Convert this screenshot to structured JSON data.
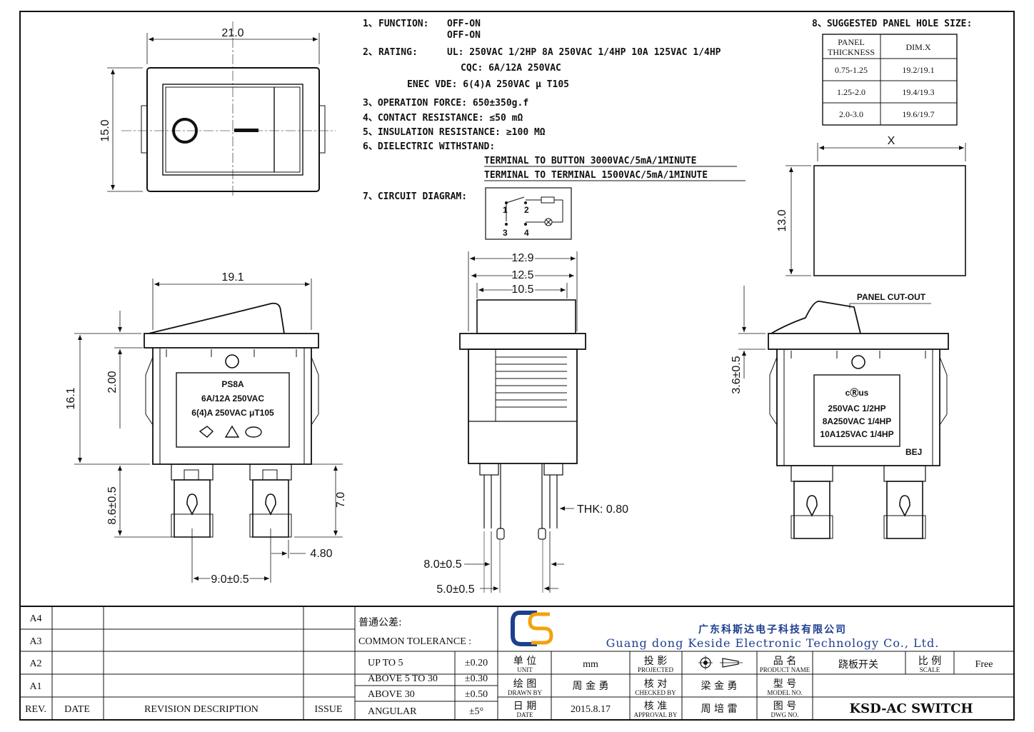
{
  "specs": {
    "function": {
      "num": "1、",
      "label": "FUNCTION:",
      "values": [
        "OFF-ON",
        "OFF-ON"
      ]
    },
    "rating": {
      "num": "2、",
      "label": "RATING:",
      "ul": "UL: 250VAC 1/2HP  8A 250VAC 1/4HP  10A 125VAC 1/4HP",
      "cqc": "CQC: 6A/12A  250VAC",
      "enec": "ENEC VDE:  6(4)A 250VAC μ T105"
    },
    "operation_force": "3、OPERATION FORCE: 650±350g.f",
    "contact_resistance": "4、CONTACT RESISTANCE: ≤50 mΩ",
    "insulation_resistance": "5、INSULATION RESISTANCE: ≥100 MΩ",
    "dielectric": {
      "label": "6、DIELECTRIC WITHSTAND:",
      "line1": "TERMINAL TO BUTTON 3000VAC/5mA/1MINUTE",
      "line2": "TERMINAL TO TERMINAL 1500VAC/5mA/1MINUTE"
    },
    "circuit": {
      "label": "7、CIRCUIT DIAGRAM:",
      "pins": [
        "1",
        "2",
        "3",
        "4"
      ]
    }
  },
  "panel_hole": {
    "title": "8、SUGGESTED PANEL HOLE SIZE:",
    "headers": [
      "PANEL THICKNESS",
      "DIM.X"
    ],
    "header_lines": [
      "PANEL",
      "THICKNESS"
    ],
    "rows": [
      [
        "0.75-1.25",
        "19.2/19.1"
      ],
      [
        "1.25-2.0",
        "19.4/19.3"
      ],
      [
        "2.0-3.0",
        "19.6/19.7"
      ]
    ],
    "x_label": "X",
    "height": "13.0",
    "cutout_label": "PANEL CUT-OUT"
  },
  "top_view": {
    "width": "21.0",
    "height": "15.0"
  },
  "front_view": {
    "width": "19.1",
    "height": "16.1",
    "offset": "2.00",
    "terminal_h": "8.6±0.5",
    "terminal_len": "7.0",
    "pitch": "9.0±0.5",
    "tab_w": "4.80",
    "label_lines": [
      "PS8A",
      "6A/12A 250VAC",
      "6(4)A 250VAC μT105"
    ]
  },
  "side_view": {
    "w1": "12.9",
    "w2": "12.5",
    "w3": "10.5",
    "thk": "THK: 0.80",
    "d1": "8.0±0.5",
    "d2": "5.0±0.5"
  },
  "rear_view": {
    "dim": "3.6±0.5",
    "label_lines": [
      "cⓇus",
      "250VAC 1/2HP",
      "8A250VAC 1/4HP",
      "10A125VAC 1/4HP"
    ],
    "mark": "BEJ"
  },
  "revisions": {
    "rows": [
      "A4",
      "A3",
      "A2",
      "A1"
    ],
    "headers": [
      "REV.",
      "DATE",
      "REVISION DESCRIPTION",
      "ISSUE"
    ]
  },
  "tolerance": {
    "title_cn": "普通公差:",
    "title_en": "COMMON TOLERANCE :",
    "rows": [
      [
        "UP TO 5",
        "±0.20"
      ],
      [
        "ABOVE 5 TO 30",
        "±0.30"
      ],
      [
        "ABOVE 30",
        "±0.50"
      ],
      [
        "ANGULAR",
        "±5°"
      ]
    ]
  },
  "company": {
    "name_cn": "广东科斯达电子科技有限公司",
    "name_en": "Guang dong Keside  Electronic Technology Co., Ltd.",
    "logo_color": "#1e3f8f"
  },
  "title_block": {
    "unit_cn": "单 位",
    "unit_en": "UNIT",
    "unit_val": "mm",
    "proj_cn": "投 影",
    "proj_en": "PROJECTED",
    "name_cn": "品 名",
    "name_en": "PRODUCT NAME",
    "name_val": "跷板开关",
    "scale_cn": "比 例",
    "scale_en": "SCALE",
    "scale_val": "Free",
    "drawn_cn": "绘 图",
    "drawn_en": "DRAWN BY",
    "drawn_val": "周 金 勇",
    "checked_cn": "核 对",
    "checked_en": "CHECKED BY",
    "checked_val": "梁 金 勇",
    "model_cn": "型 号",
    "model_en": "MODEL NO.",
    "date_cn": "日 期",
    "date_en": "DATE",
    "date_val": "2015.8.17",
    "approval_cn": "核 准",
    "approval_en": "APPROVAL BY",
    "approval_val": "周 培 雷",
    "dwg_cn": "图 号",
    "dwg_en": "DWG NO.",
    "dwg_val": "KSD-AC SWITCH"
  }
}
